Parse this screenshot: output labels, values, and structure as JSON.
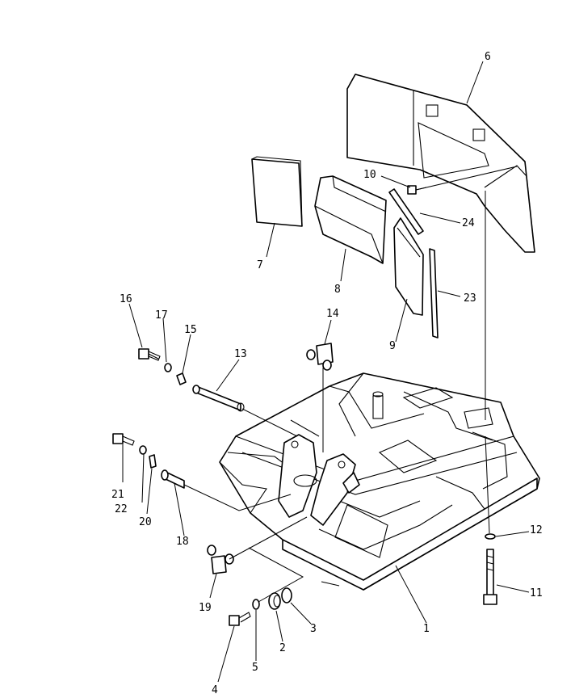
{
  "diagram": {
    "labels": {
      "p1": "1",
      "p2": "2",
      "p3": "3",
      "p4": "4",
      "p5": "5",
      "p6": "6",
      "p7": "7",
      "p8": "8",
      "p9": "9",
      "p10": "10",
      "p11": "11",
      "p12": "12",
      "p13": "13",
      "p14": "14",
      "p15": "15",
      "p16": "16",
      "p17": "17",
      "p18": "18",
      "p19": "19",
      "p20": "20",
      "p21": "21",
      "p22": "22",
      "p23": "23",
      "p24": "24"
    }
  }
}
